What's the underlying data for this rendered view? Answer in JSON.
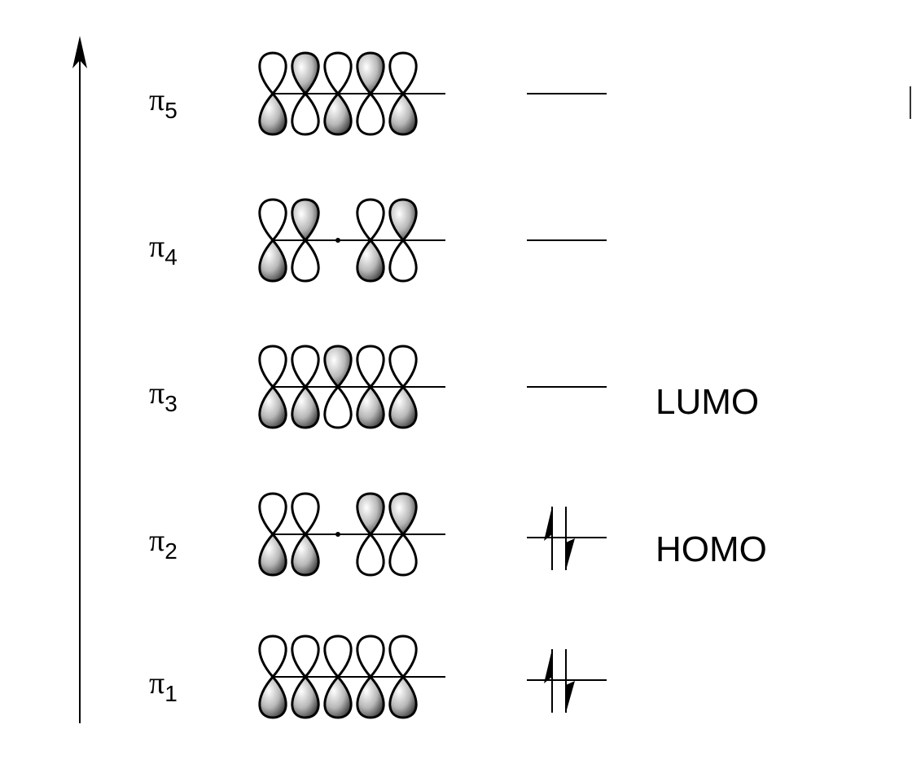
{
  "axis": {
    "direction": "up",
    "meaning": ""
  },
  "levels": [
    {
      "symbol": "π",
      "index": "5",
      "top_lobes": [
        "open",
        "shaded",
        "open",
        "shaded",
        "open"
      ],
      "electrons": 0,
      "annotation": ""
    },
    {
      "symbol": "π",
      "index": "4",
      "top_lobes": [
        "open",
        "shaded",
        "node",
        "open",
        "shaded"
      ],
      "electrons": 0,
      "annotation": ""
    },
    {
      "symbol": "π",
      "index": "3",
      "top_lobes": [
        "open",
        "open",
        "shaded",
        "open",
        "open"
      ],
      "electrons": 0,
      "annotation": "LUMO"
    },
    {
      "symbol": "π",
      "index": "2",
      "top_lobes": [
        "open",
        "open",
        "node",
        "shaded",
        "shaded"
      ],
      "electrons": 2,
      "annotation": "HOMO"
    },
    {
      "symbol": "π",
      "index": "1",
      "top_lobes": [
        "open",
        "open",
        "open",
        "open",
        "open"
      ],
      "electrons": 2,
      "annotation": ""
    }
  ]
}
